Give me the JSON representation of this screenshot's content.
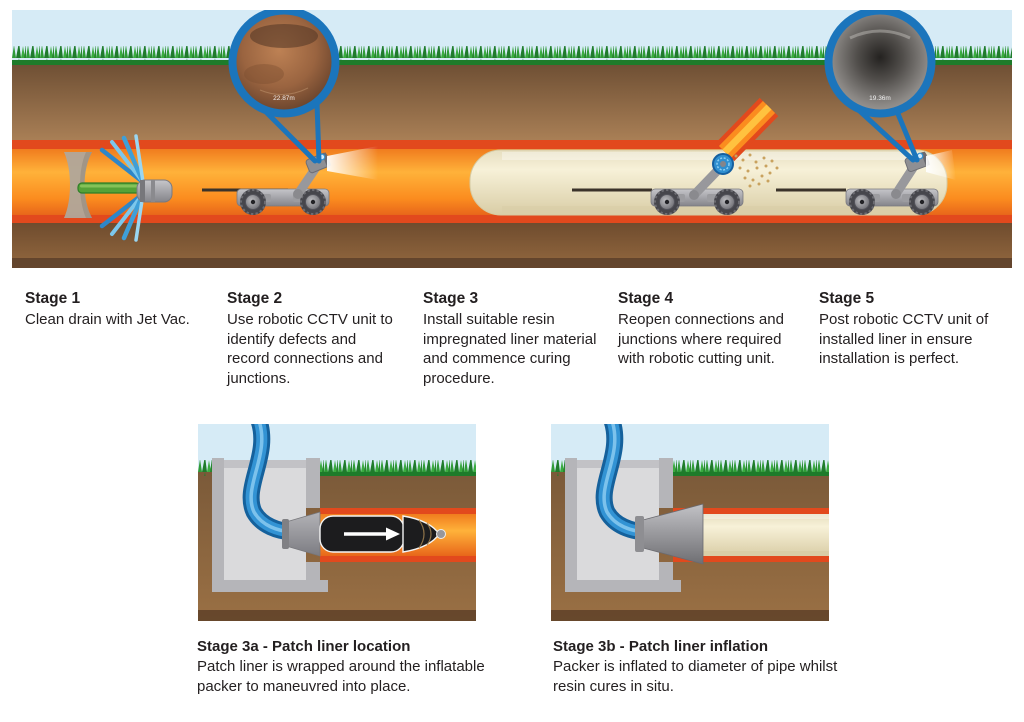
{
  "main_scene": {
    "description": "Cross-section of underground drain showing five relining stages",
    "inset_before": {
      "name": "cctv-view-before-lining",
      "reading": "22.87m"
    },
    "inset_after": {
      "name": "cctv-view-after-lining",
      "reading": "19.36m"
    }
  },
  "stages": [
    {
      "title": "Stage 1",
      "description": "Clean drain with Jet Vac."
    },
    {
      "title": "Stage 2",
      "description": "Use robotic CCTV unit to identify defects and record connections and junctions."
    },
    {
      "title": "Stage 3",
      "description": "Install suitable resin impregnated liner material and commence curing procedure."
    },
    {
      "title": "Stage 4",
      "description": "Reopen connections and junctions where required with robotic cutting unit."
    },
    {
      "title": "Stage 5",
      "description": "Post robotic CCTV unit of installed liner in ensure installation is perfect."
    }
  ],
  "sub_stages": [
    {
      "title": "Stage 3a - Patch liner location",
      "description": "Patch liner is wrapped around the inflatable packer to maneuvred into place."
    },
    {
      "title": "Stage 3b - Patch liner inflation",
      "description": "Packer is inflated to diameter of pipe whilst resin cures in situ."
    }
  ],
  "palette": {
    "sky": "#d6ebf6",
    "grass": "#2f9b37",
    "earth": "#8a6239",
    "pipe_border": "#e2491d",
    "pipe_inner": "#fb8c1f",
    "liner_cream": "#f3edd2",
    "hose_blue": "#2f8fd0",
    "inset_ring_blue": "#1b75bc",
    "robot_grey": "#9a9a9e",
    "packer_black": "#1c1c1e",
    "text": "#231f20"
  }
}
